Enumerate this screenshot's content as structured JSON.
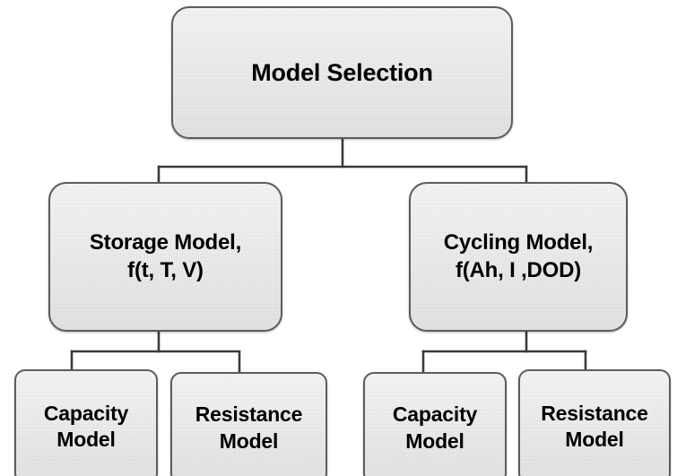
{
  "diagram": {
    "type": "hierarchy-tree",
    "orientation": "top-down",
    "levels": 3,
    "colors": {
      "background": "#ffffff",
      "node_fill": "#ebebeb",
      "node_border": "#5c5c5c",
      "text": "#000000",
      "connector": "#3a3a3a"
    }
  },
  "nodes": {
    "root": {
      "id": "model-selection",
      "level": 1,
      "lines": [
        "Model Selection"
      ]
    },
    "storage": {
      "id": "storage-model",
      "level": 2,
      "lines": [
        "Storage Model,",
        "f(t, T, V)"
      ]
    },
    "cycling": {
      "id": "cycling-model",
      "level": 2,
      "lines": [
        "Cycling Model,",
        "f(Ah, I ,DOD)"
      ]
    },
    "storage_capacity": {
      "id": "storage-capacity-model",
      "level": 3,
      "lines": [
        "Capacity",
        "Model"
      ]
    },
    "storage_resistance": {
      "id": "storage-resistance-model",
      "level": 3,
      "lines": [
        "Resistance",
        "Model"
      ]
    },
    "cycling_capacity": {
      "id": "cycling-capacity-model",
      "level": 3,
      "lines": [
        "Capacity",
        "Model"
      ]
    },
    "cycling_resistance": {
      "id": "cycling-resistance-model",
      "level": 3,
      "lines": [
        "Resistance",
        "Model"
      ]
    }
  },
  "edges": [
    {
      "from": "model-selection",
      "to": "storage-model"
    },
    {
      "from": "model-selection",
      "to": "cycling-model"
    },
    {
      "from": "storage-model",
      "to": "storage-capacity-model"
    },
    {
      "from": "storage-model",
      "to": "storage-resistance-model"
    },
    {
      "from": "cycling-model",
      "to": "cycling-capacity-model"
    },
    {
      "from": "cycling-model",
      "to": "cycling-resistance-model"
    }
  ]
}
